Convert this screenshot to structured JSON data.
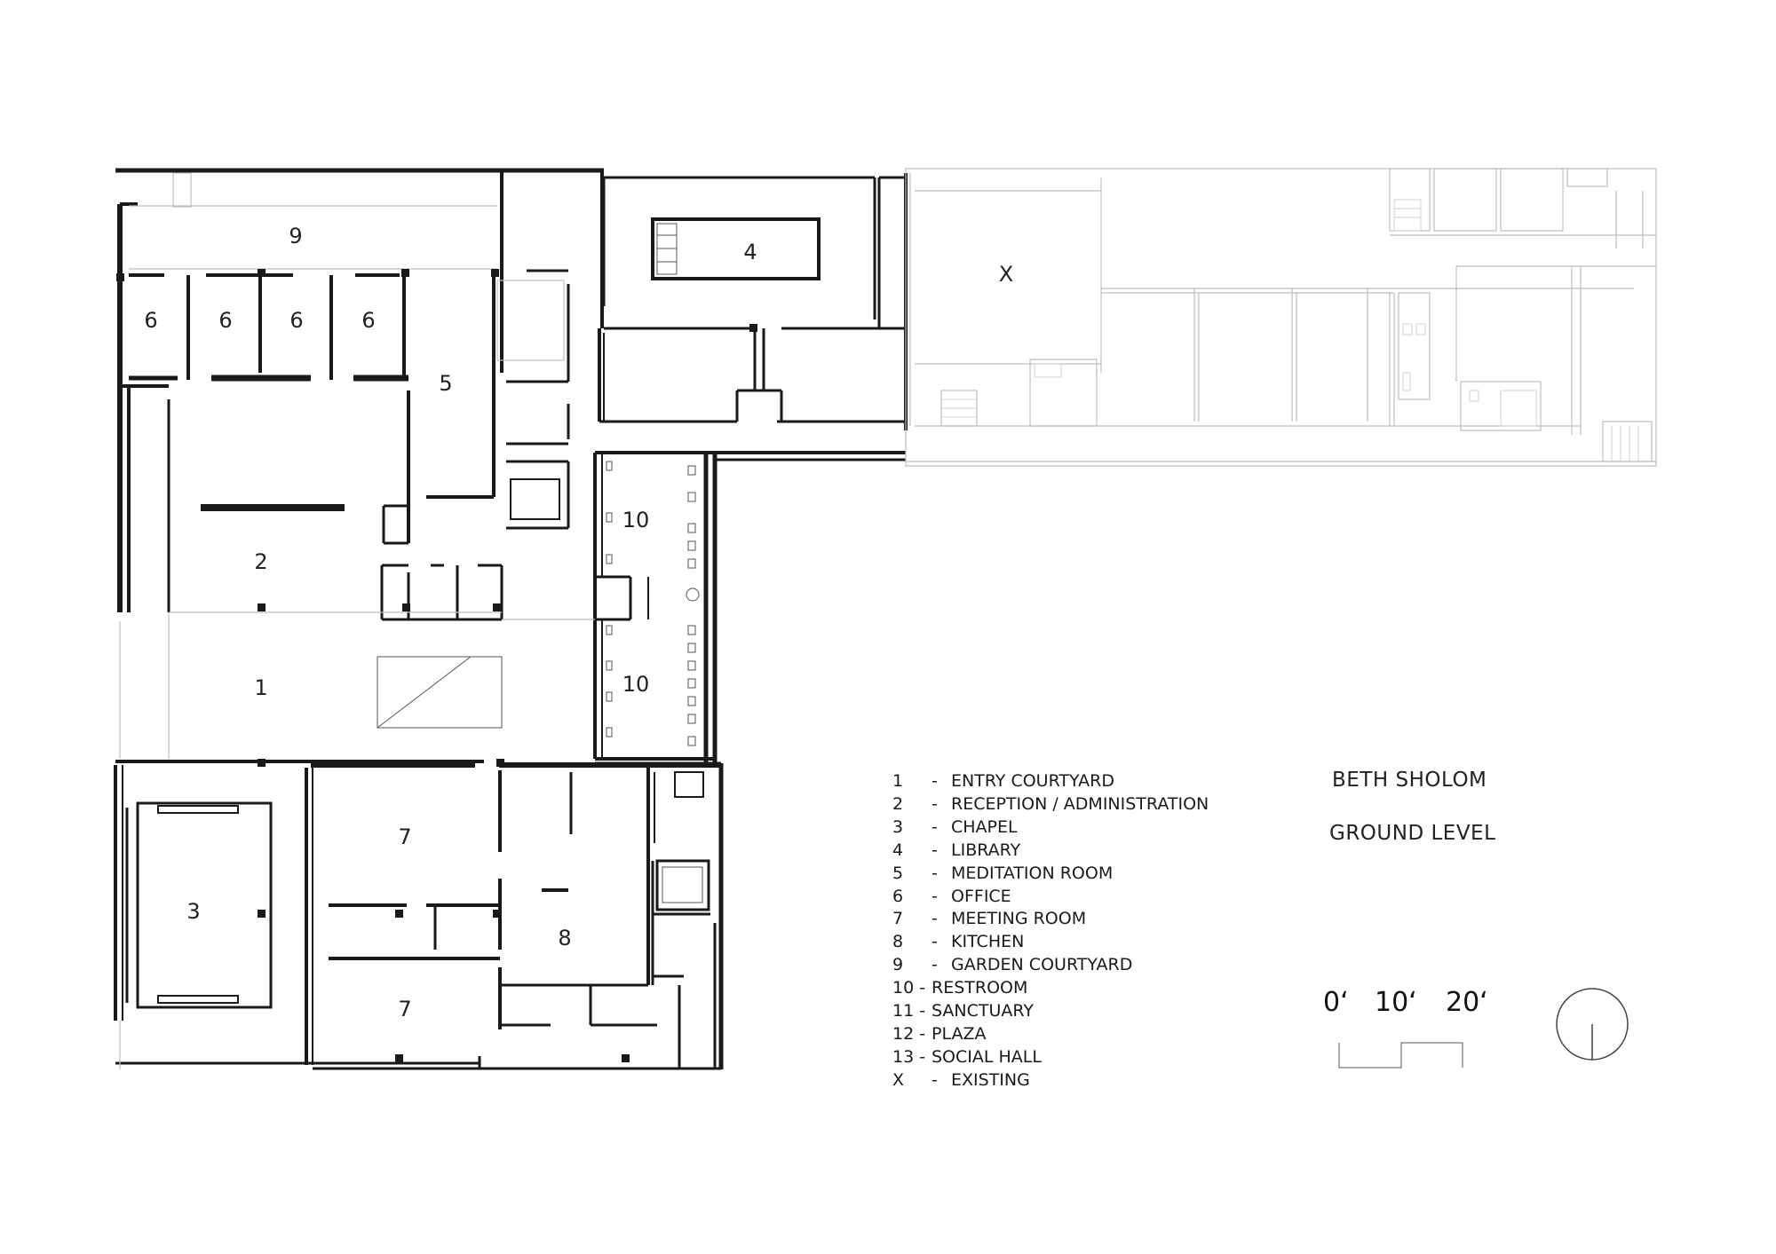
{
  "title": "BETH SHOLOM",
  "subtitle": "GROUND LEVEL",
  "room_labels": [
    {
      "label": "9"
    },
    {
      "label": "6"
    },
    {
      "label": "6"
    },
    {
      "label": "6"
    },
    {
      "label": "6"
    },
    {
      "label": "5"
    },
    {
      "label": "4"
    },
    {
      "label": "X"
    },
    {
      "label": "2"
    },
    {
      "label": "10"
    },
    {
      "label": "10"
    },
    {
      "label": "1"
    },
    {
      "label": "7"
    },
    {
      "label": "3"
    },
    {
      "label": "8"
    },
    {
      "label": "7"
    }
  ],
  "legend": [
    {
      "num": "1",
      "name": "ENTRY COURTYARD"
    },
    {
      "num": "2",
      "name": "RECEPTION / ADMINISTRATION"
    },
    {
      "num": "3",
      "name": "CHAPEL"
    },
    {
      "num": "4",
      "name": "LIBRARY"
    },
    {
      "num": "5",
      "name": "MEDITATION ROOM"
    },
    {
      "num": "6",
      "name": "OFFICE"
    },
    {
      "num": "7",
      "name": "MEETING ROOM"
    },
    {
      "num": "8",
      "name": "KITCHEN"
    },
    {
      "num": "9",
      "name": "GARDEN COURTYARD"
    },
    {
      "num": "10 -",
      "name": "RESTROOM"
    },
    {
      "num": "11 -",
      "name": "SANCTUARY"
    },
    {
      "num": "12 -",
      "name": "PLAZA"
    },
    {
      "num": "13 -",
      "name": "SOCIAL HALL"
    },
    {
      "num": "X",
      "name": "EXISTING"
    }
  ],
  "legend_dash": "-",
  "scale": {
    "labels": [
      "0‘",
      "10‘",
      "20‘"
    ]
  },
  "colors": {
    "walls": "#1a1a1a",
    "existing": "#bdbdbd",
    "text": "#222222"
  }
}
